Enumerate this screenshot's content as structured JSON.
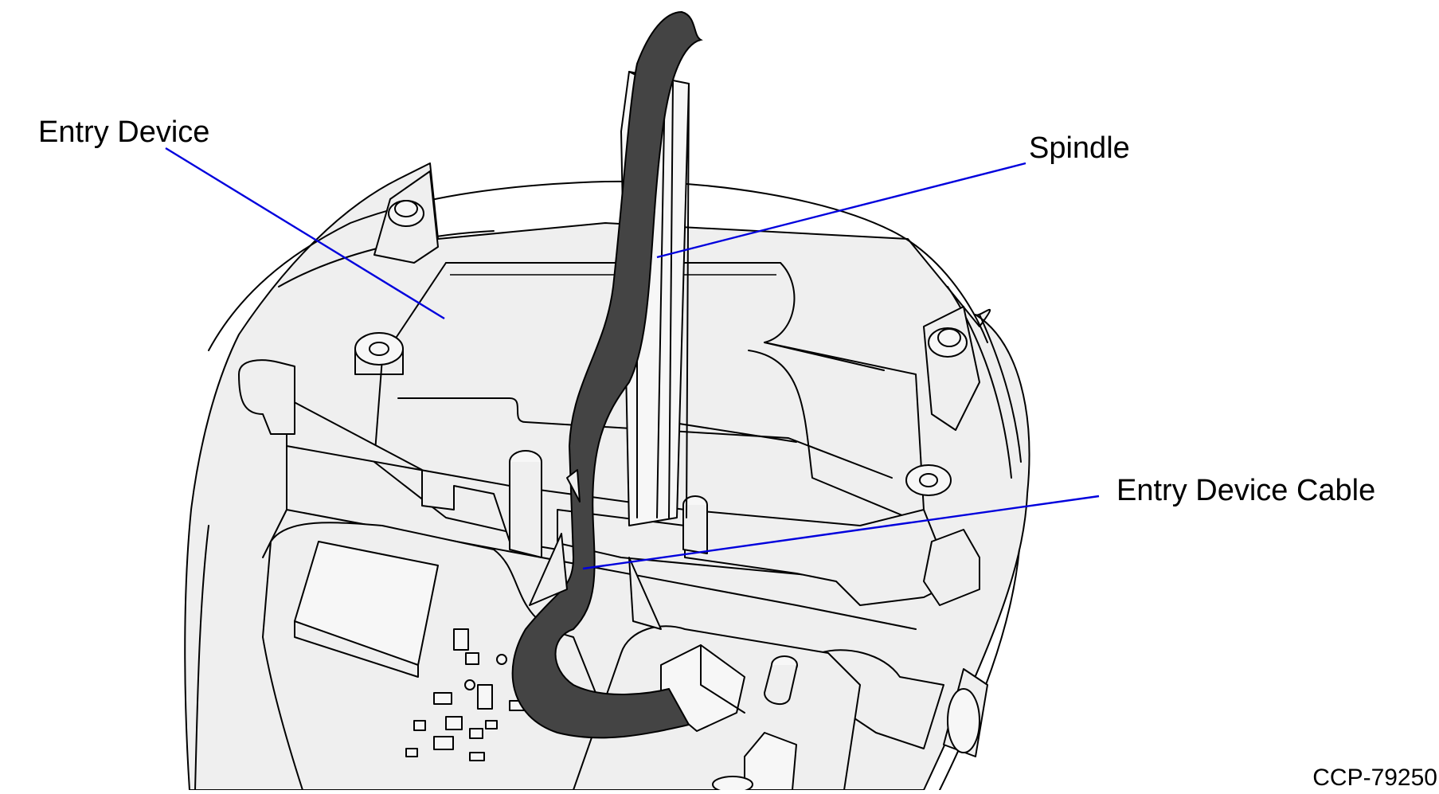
{
  "callouts": {
    "entry_device": "Entry Device",
    "spindle": "Spindle",
    "entry_device_cable": "Entry Device Cable"
  },
  "figure_id": "CCP-79250",
  "colors": {
    "leader_line": "#0000dd",
    "housing_fill": "#efefef",
    "cable_fill": "#444444",
    "outline": "#000000"
  }
}
